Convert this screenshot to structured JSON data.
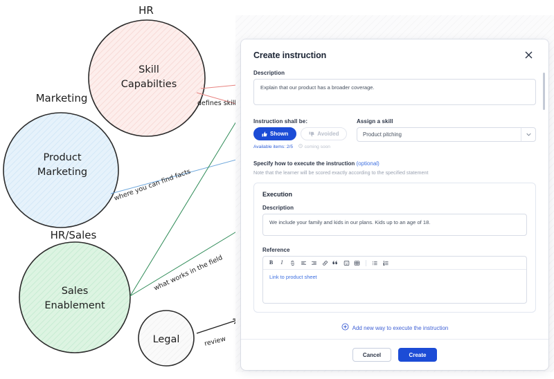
{
  "diagram": {
    "nodes": [
      {
        "id": "skill-capabilities",
        "caption": "HR",
        "line1": "Skill",
        "line2": "Capabilties",
        "color": "#fce9e7"
      },
      {
        "id": "product-marketing",
        "caption": "Marketing",
        "line1": "Product",
        "line2": "Marketing",
        "color": "#dceefb"
      },
      {
        "id": "sales-enablement",
        "caption": "HR/Sales",
        "line1": "Sales",
        "line2": "Enablement",
        "color": "#d8f3dd"
      },
      {
        "id": "legal",
        "caption": "",
        "line1": "Legal",
        "line2": "",
        "color": "#f7f8f9"
      }
    ],
    "edges": [
      {
        "id": "defines-skills",
        "label": "defines skills",
        "color": "#e8827f"
      },
      {
        "id": "where-you-can-find-facts",
        "label": "where you can find facts",
        "color": "#6fa8dc"
      },
      {
        "id": "what-works-in-the-field",
        "label": "what works in the field",
        "color": "#2e8b57"
      },
      {
        "id": "review",
        "label": "review",
        "color": "#1d1d1d"
      }
    ]
  },
  "modal": {
    "title": "Create instruction",
    "close_icon": "close-icon",
    "description": {
      "label": "Description",
      "value": "Explain that our product has a broader coverage."
    },
    "instruction_shall_be": {
      "label": "Instruction shall be:",
      "options": [
        {
          "id": "shown",
          "label": "Shown",
          "icon": "thumbs-up-icon",
          "active": true
        },
        {
          "id": "avoided",
          "label": "Avoided",
          "icon": "thumbs-down-icon",
          "active": false
        }
      ],
      "available_items": "Available items: 2/5",
      "coming_soon": "coming soon"
    },
    "assign_a_skill": {
      "label": "Assign a skill",
      "value": "Product pitching",
      "caret_icon": "chevron-down-icon"
    },
    "specify": {
      "title": "Specify how to execute the instruction",
      "optional": "(optional)",
      "subtitle": "Note that the learner will be scored exactly according to the specified statement"
    },
    "execution": {
      "title": "Execution",
      "description_label": "Description",
      "description_value": "We include your family and kids in our plans. Kids up to an age of 18.",
      "reference_label": "Reference",
      "reference_value": "Link to product sheet",
      "toolbar": [
        {
          "id": "bold",
          "icon": "bold-icon",
          "glyph": "B"
        },
        {
          "id": "italic",
          "icon": "italic-icon",
          "glyph": "I"
        },
        {
          "id": "strikethrough",
          "icon": "strikethrough-icon",
          "glyph": "S"
        },
        {
          "id": "align-left",
          "icon": "align-left-icon",
          "glyph": ""
        },
        {
          "id": "align-right",
          "icon": "align-right-icon",
          "glyph": ""
        },
        {
          "id": "link",
          "icon": "link-icon",
          "glyph": ""
        },
        {
          "id": "quote",
          "icon": "quote-icon",
          "glyph": ""
        },
        {
          "id": "emoji",
          "icon": "emoji-icon",
          "glyph": ""
        },
        {
          "id": "table",
          "icon": "table-icon",
          "glyph": ""
        },
        {
          "id": "bullet-list",
          "icon": "bullet-list-icon",
          "glyph": ""
        },
        {
          "id": "numbered-list",
          "icon": "numbered-list-icon",
          "glyph": ""
        }
      ]
    },
    "add_new_way": {
      "label": "Add new way to execute the instruction",
      "icon": "plus-circle-icon"
    },
    "footer": {
      "cancel_label": "Cancel",
      "create_label": "Create"
    }
  },
  "colors": {
    "primary": "#1c4cd6",
    "link": "#3d6fe0",
    "muted": "#9aa2b1",
    "border": "#d7dce6"
  }
}
